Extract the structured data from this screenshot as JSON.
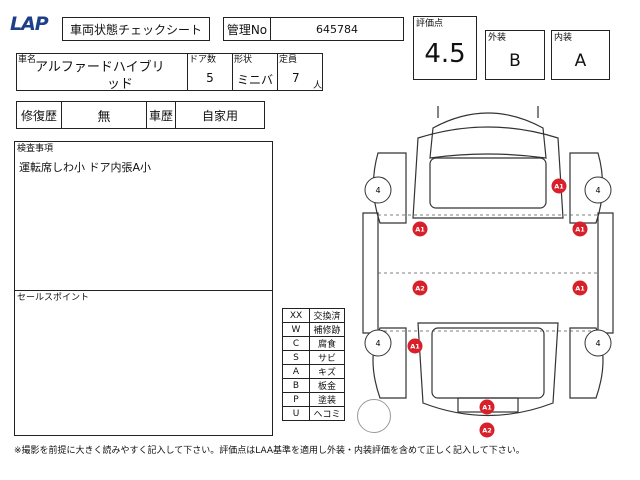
{
  "header": {
    "logo": "LAP",
    "title": "車両状態チェックシート",
    "mgmt_label": "管理No",
    "mgmt_value": "645784"
  },
  "vehicle": {
    "name_label": "車名",
    "name_line1": "アルファードハイブリ",
    "name_line2": "ッド",
    "doors_label": "ドア数",
    "doors_value": "5",
    "shape_label": "形状",
    "shape_value": "ミニバ",
    "capacity_label": "定員",
    "capacity_value": "7",
    "capacity_unit": "人"
  },
  "grades": {
    "score_label": "評価点",
    "score_value": "4.5",
    "exterior_label": "外装",
    "exterior_value": "B",
    "interior_label": "内装",
    "interior_value": "A"
  },
  "history": {
    "repair_label": "修復歴",
    "repair_value": "無",
    "usage_label": "車歴",
    "usage_value": "自家用"
  },
  "inspection": {
    "label": "検査事項",
    "text": "運転席しわ小 ドア内張A小"
  },
  "sales": {
    "label": "セールスポイント"
  },
  "legend": [
    {
      "code": "XX",
      "meaning": "交換済"
    },
    {
      "code": "W",
      "meaning": "補修跡"
    },
    {
      "code": "C",
      "meaning": "腐食"
    },
    {
      "code": "S",
      "meaning": "サビ"
    },
    {
      "code": "A",
      "meaning": "キズ"
    },
    {
      "code": "B",
      "meaning": "板金"
    },
    {
      "code": "P",
      "meaning": "塗装"
    },
    {
      "code": "U",
      "meaning": "ヘコミ"
    }
  ],
  "diagram": {
    "tire_label": "4",
    "markers": [
      {
        "code": "A1"
      },
      {
        "code": "A1"
      },
      {
        "code": "A1"
      },
      {
        "code": "A2"
      },
      {
        "code": "A1"
      },
      {
        "code": "A1"
      },
      {
        "code": "A1"
      },
      {
        "code": "A2"
      }
    ]
  },
  "footer": {
    "note": "※撮影を前提に大きく読みやすく記入して下さい。評価点はLAA基準を適用し外装・内装評価を含めて正しく記入して下さい。"
  }
}
